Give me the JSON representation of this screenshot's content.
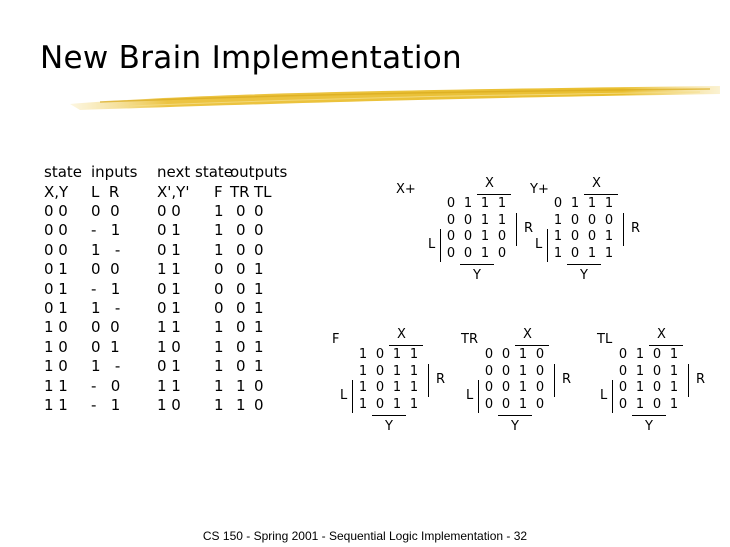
{
  "slide": {
    "title": "New Brain Implementation",
    "footer": "CS 150 - Spring 2001 - Sequential Logic Implementation - 32"
  },
  "table": {
    "header1": [
      "state",
      "inputs",
      "next state",
      "outputs"
    ],
    "header2": [
      "X,Y",
      "L  R",
      "X',Y'",
      "F",
      "TR",
      "TL"
    ],
    "rows": [
      [
        "0 0",
        "0  0",
        "0 0",
        "1",
        "0",
        "0"
      ],
      [
        "0 0",
        "-   1",
        "0 1",
        "1",
        "0",
        "0"
      ],
      [
        "0 0",
        "1   -",
        "0 1",
        "1",
        "0",
        "0"
      ],
      [
        "0 1",
        "0  0",
        "1 1",
        "0",
        "0",
        "1"
      ],
      [
        "0 1",
        "-   1",
        "0 1",
        "0",
        "0",
        "1"
      ],
      [
        "0 1",
        "1   -",
        "0 1",
        "0",
        "0",
        "1"
      ],
      [
        "1 0",
        "0  0",
        "1 1",
        "1",
        "0",
        "1"
      ],
      [
        "1 0",
        "0  1",
        "1 0",
        "1",
        "0",
        "1"
      ],
      [
        "1 0",
        "1   -",
        "0 1",
        "1",
        "0",
        "1"
      ],
      [
        "1 1",
        "-   0",
        "1 1",
        "1",
        "1",
        "0"
      ],
      [
        "1 1",
        "-   1",
        "1 0",
        "1",
        "1",
        "0"
      ]
    ]
  },
  "kmaps": [
    {
      "name": "X+",
      "x_label": "X",
      "r_label": "R",
      "l_label": "L",
      "y_label": "Y",
      "grid": [
        [
          "0",
          "1",
          "1",
          "1"
        ],
        [
          "0",
          "0",
          "1",
          "1"
        ],
        [
          "0",
          "0",
          "1",
          "0"
        ],
        [
          "0",
          "0",
          "1",
          "0"
        ]
      ]
    },
    {
      "name": "Y+",
      "x_label": "X",
      "r_label": "R",
      "l_label": "L",
      "y_label": "Y",
      "grid": [
        [
          "0",
          "1",
          "1",
          "1"
        ],
        [
          "1",
          "0",
          "0",
          "0"
        ],
        [
          "1",
          "0",
          "0",
          "1"
        ],
        [
          "1",
          "0",
          "1",
          "1"
        ]
      ]
    },
    {
      "name": "F",
      "x_label": "X",
      "r_label": "R",
      "l_label": "L",
      "y_label": "Y",
      "grid": [
        [
          "1",
          "0",
          "1",
          "1"
        ],
        [
          "1",
          "0",
          "1",
          "1"
        ],
        [
          "1",
          "0",
          "1",
          "1"
        ],
        [
          "1",
          "0",
          "1",
          "1"
        ]
      ]
    },
    {
      "name": "TR",
      "x_label": "X",
      "r_label": "R",
      "l_label": "L",
      "y_label": "Y",
      "grid": [
        [
          "0",
          "0",
          "1",
          "0"
        ],
        [
          "0",
          "0",
          "1",
          "0"
        ],
        [
          "0",
          "0",
          "1",
          "0"
        ],
        [
          "0",
          "0",
          "1",
          "0"
        ]
      ]
    },
    {
      "name": "TL",
      "x_label": "X",
      "r_label": "R",
      "l_label": "L",
      "y_label": "Y",
      "grid": [
        [
          "0",
          "1",
          "0",
          "1"
        ],
        [
          "0",
          "1",
          "0",
          "1"
        ],
        [
          "0",
          "1",
          "0",
          "1"
        ],
        [
          "0",
          "1",
          "0",
          "1"
        ]
      ]
    }
  ]
}
